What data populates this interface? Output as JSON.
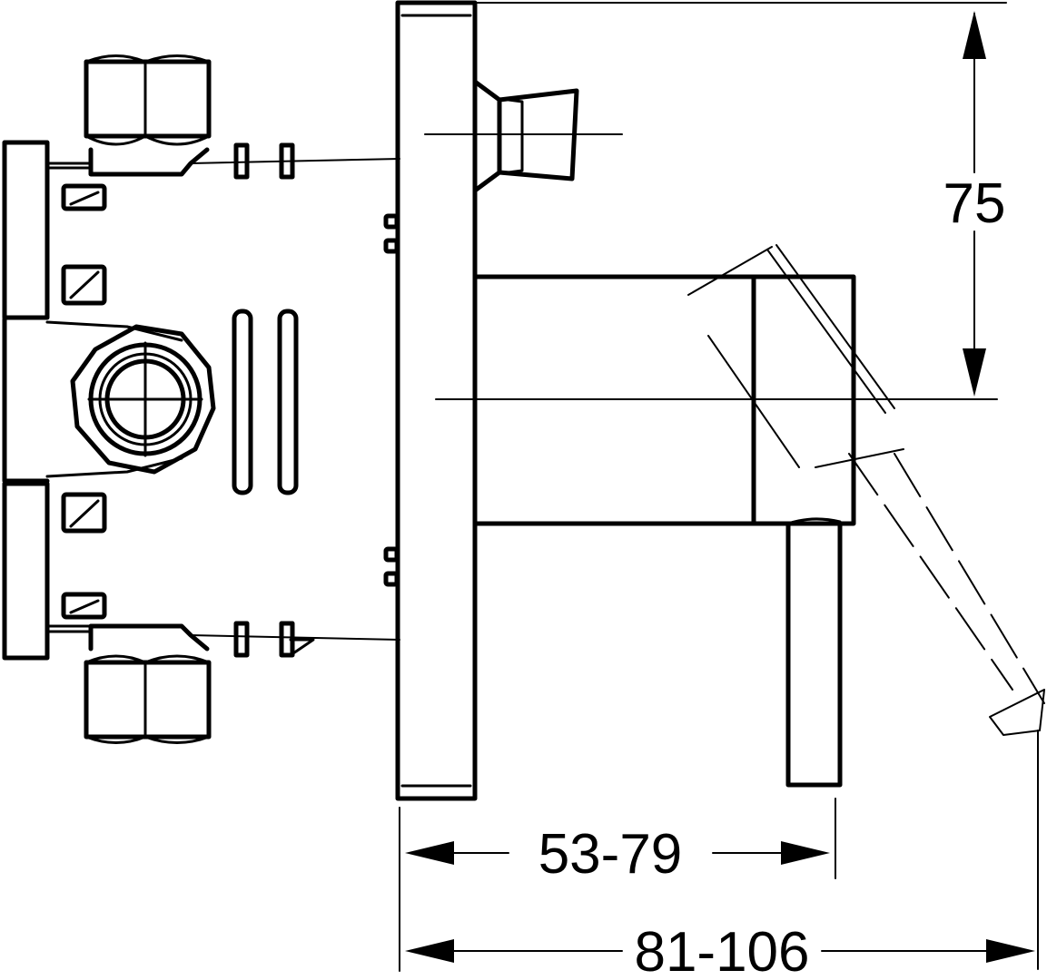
{
  "dimensions": {
    "height_label": "75",
    "depth_inner_label": "53-79",
    "depth_outer_label": "81-106"
  }
}
